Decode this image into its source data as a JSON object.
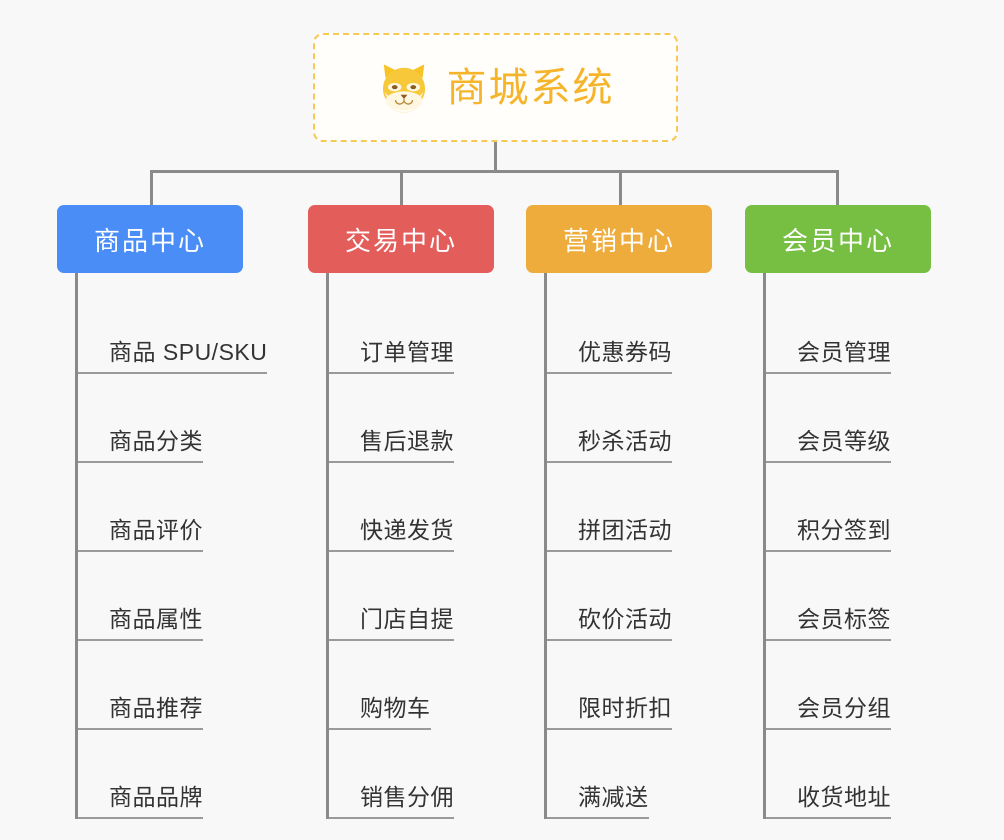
{
  "page": {
    "background_color": "#f8f8f8",
    "connector_color": "#8a8a8a"
  },
  "root": {
    "title": "商城系统",
    "logo_icon": "shiba-dog-face-icon",
    "border_color": "#f8c855",
    "text_color": "#f5b429",
    "background_color": "#fffefb"
  },
  "columns": [
    {
      "title": "商品中心",
      "color": "#4a8df6",
      "items": [
        "商品 SPU/SKU",
        "商品分类",
        "商品评价",
        "商品属性",
        "商品推荐",
        "商品品牌"
      ]
    },
    {
      "title": "交易中心",
      "color": "#e35d5b",
      "items": [
        "订单管理",
        "售后退款",
        "快递发货",
        "门店自提",
        "购物车",
        "销售分佣"
      ]
    },
    {
      "title": "营销中心",
      "color": "#eeac3c",
      "items": [
        "优惠券码",
        "秒杀活动",
        "拼团活动",
        "砍价活动",
        "限时折扣",
        "满减送"
      ]
    },
    {
      "title": "会员中心",
      "color": "#76bf43",
      "items": [
        "会员管理",
        "会员等级",
        "积分签到",
        "会员标签",
        "会员分组",
        "收货地址"
      ]
    }
  ]
}
